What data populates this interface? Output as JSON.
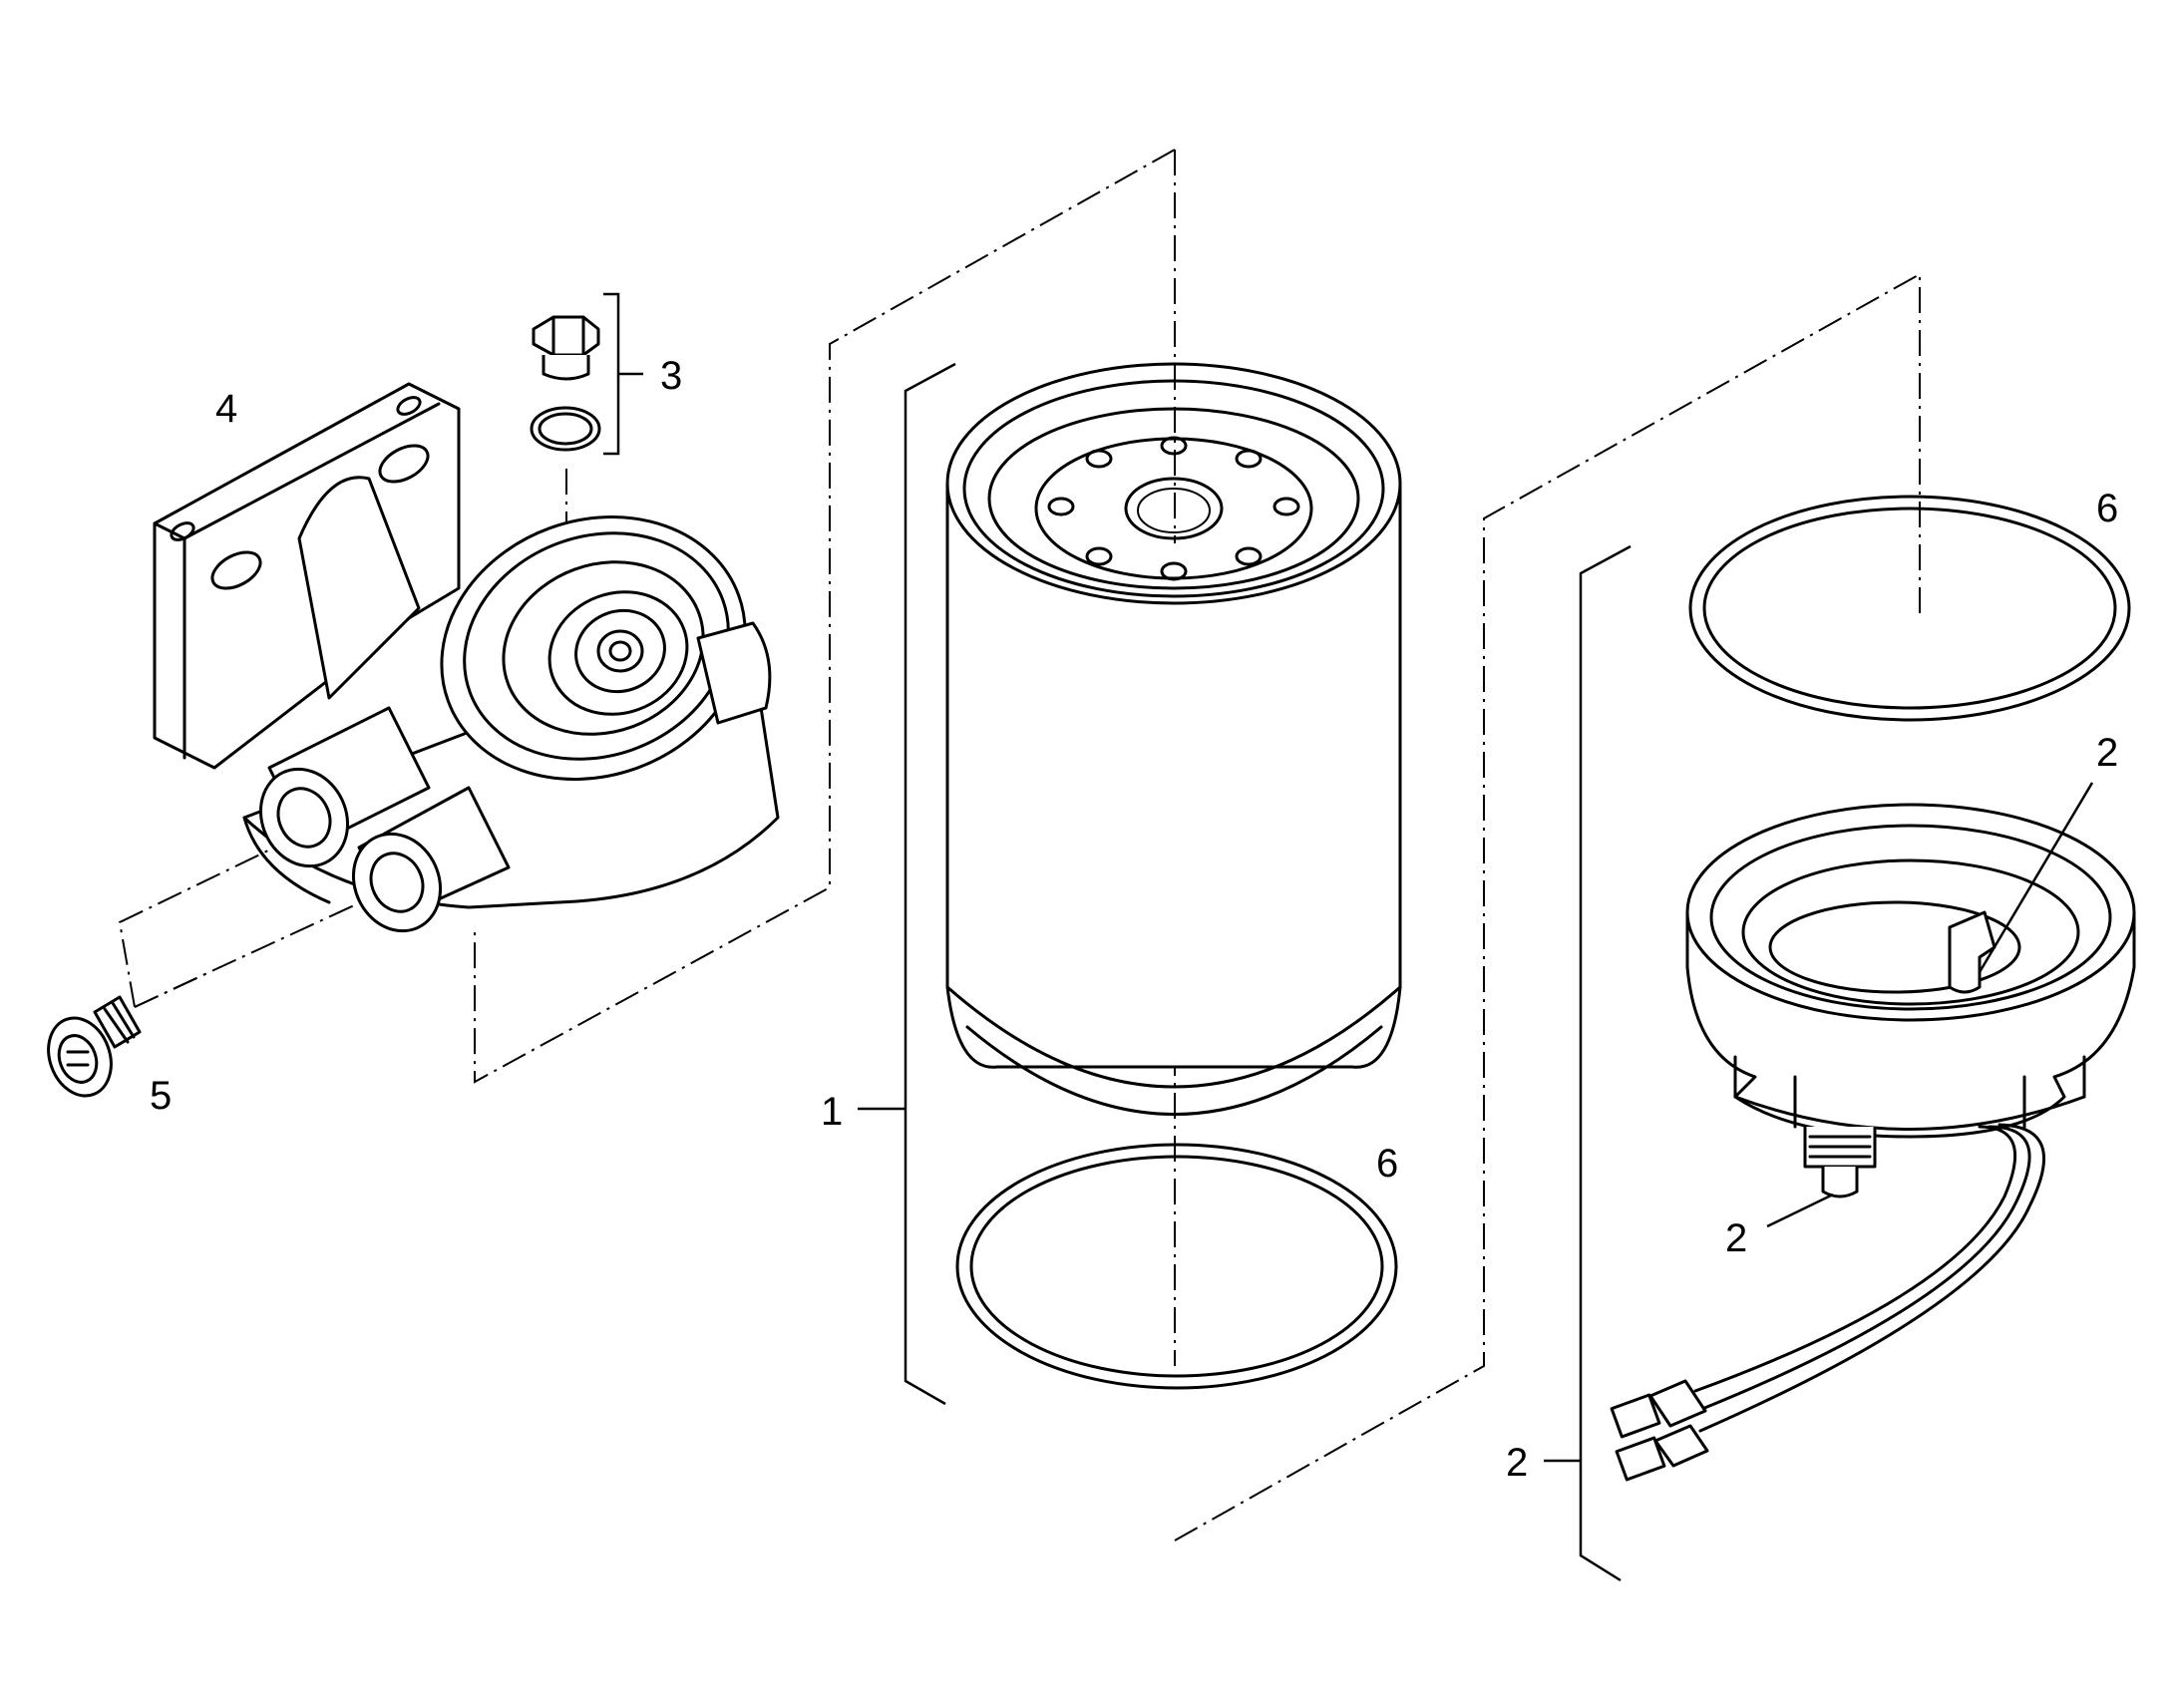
{
  "diagram": {
    "callouts": {
      "c1": "1",
      "c2_top": "2",
      "c2_mid": "2",
      "c2_left": "2",
      "c3": "3",
      "c4": "4",
      "c5": "5",
      "c6_right": "6",
      "c6_mid": "6"
    },
    "parts": [
      {
        "ref": "1",
        "name": "filter-cartridge"
      },
      {
        "ref": "2",
        "name": "water-separator-bowl-with-sensor"
      },
      {
        "ref": "3",
        "name": "vent-plug-with-seal-ring"
      },
      {
        "ref": "4",
        "name": "filter-head"
      },
      {
        "ref": "5",
        "name": "plug"
      },
      {
        "ref": "6",
        "name": "o-ring"
      }
    ]
  }
}
